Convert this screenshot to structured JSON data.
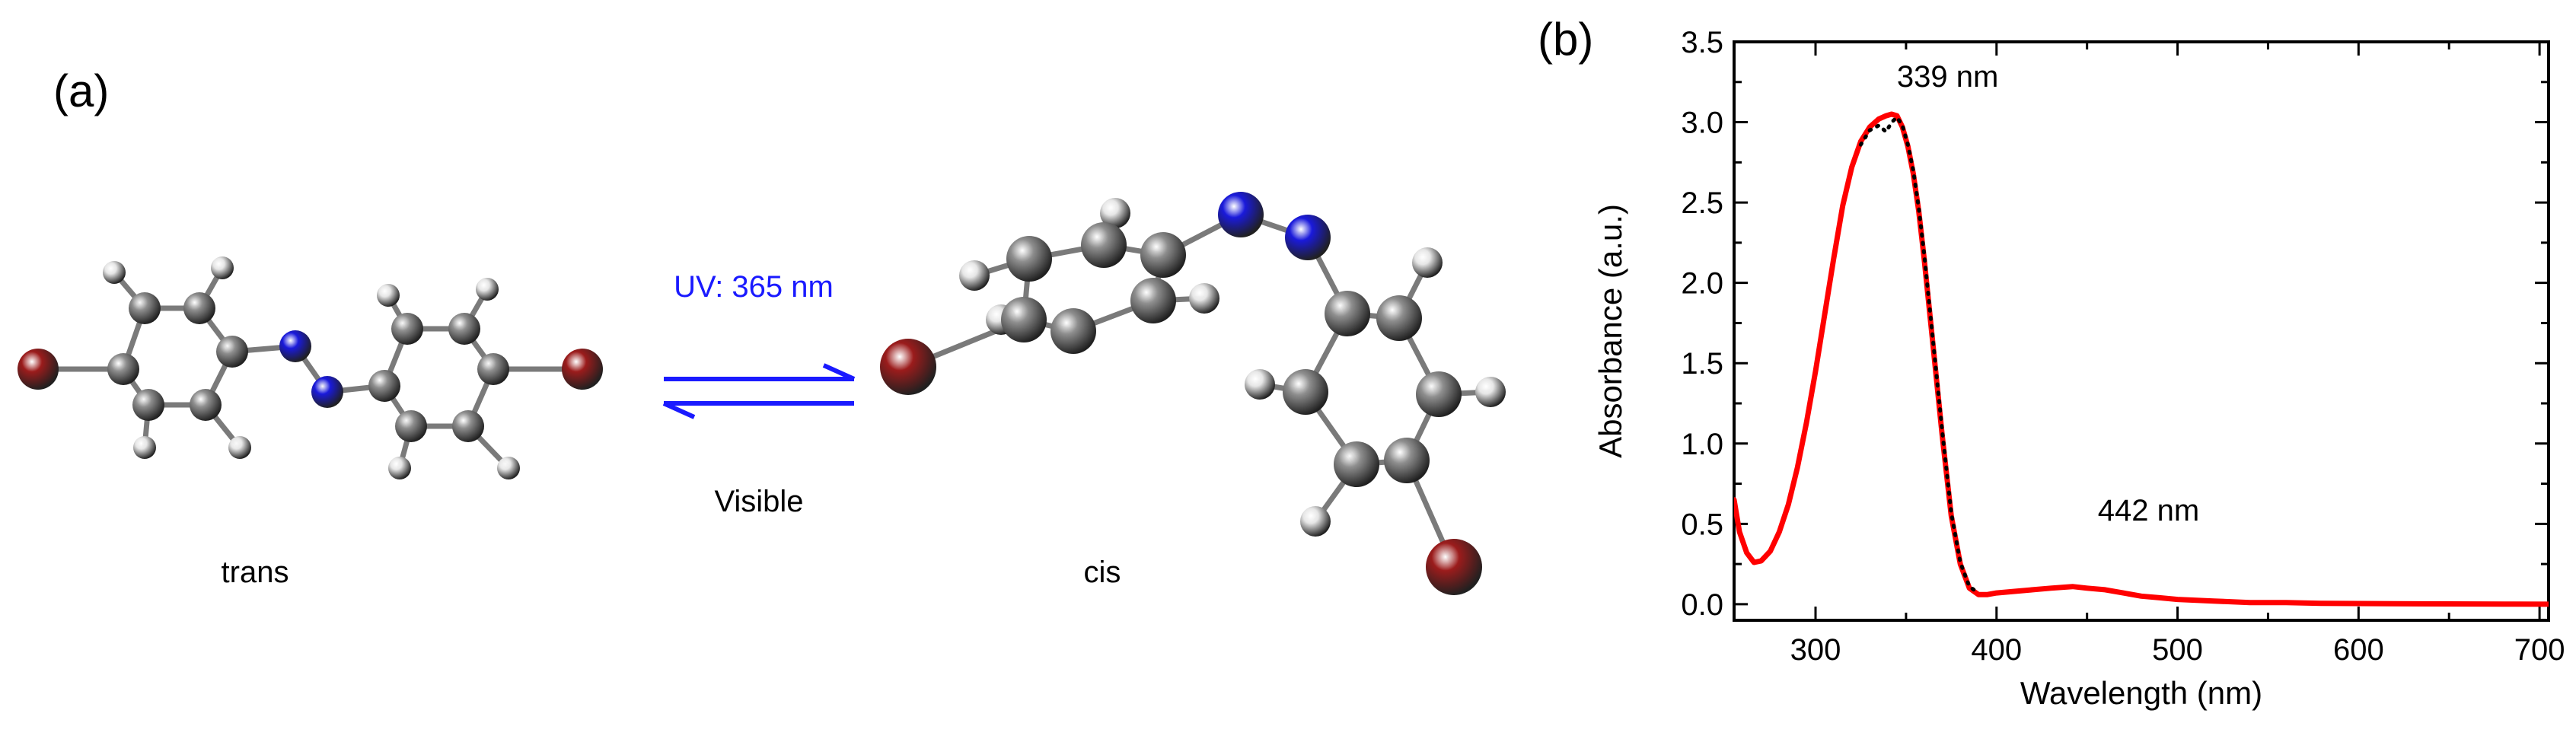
{
  "panel_a": {
    "label": "(a)",
    "trans_label": "trans",
    "cis_label": "cis",
    "uv_label": "UV: 365 nm",
    "visible_label": "Visible",
    "colors": {
      "bromine": "#9b1c1c",
      "nitrogen": "#1a1adb",
      "carbon": "#8e8e8e",
      "hydrogen": "#e6e6e6",
      "arrow": "#1a1aff"
    }
  },
  "panel_b": {
    "label": "(b)"
  },
  "chart_data": {
    "type": "line",
    "xlabel": "Wavelength (nm)",
    "ylabel": "Absorbance (a.u.)",
    "xlim": [
      255,
      705
    ],
    "ylim": [
      -0.1,
      3.5
    ],
    "xticks": [
      300,
      400,
      500,
      600,
      700
    ],
    "yticks": [
      0.0,
      0.5,
      1.0,
      1.5,
      2.0,
      2.5,
      3.0,
      3.5
    ],
    "grid": false,
    "series": [
      {
        "style": "solid",
        "color": "#ff0000",
        "x": [
          255,
          258,
          262,
          266,
          270,
          275,
          280,
          285,
          290,
          295,
          300,
          305,
          310,
          315,
          320,
          325,
          330,
          335,
          339,
          342,
          345,
          348,
          351,
          354,
          357,
          360,
          365,
          370,
          375,
          380,
          385,
          390,
          395,
          400,
          410,
          420,
          430,
          442,
          450,
          460,
          470,
          480,
          490,
          500,
          520,
          540,
          560,
          580,
          600,
          620,
          650,
          680,
          705
        ],
        "y": [
          0.65,
          0.45,
          0.32,
          0.26,
          0.27,
          0.33,
          0.45,
          0.62,
          0.85,
          1.13,
          1.45,
          1.8,
          2.15,
          2.48,
          2.72,
          2.88,
          2.97,
          3.02,
          3.04,
          3.05,
          3.04,
          2.97,
          2.85,
          2.68,
          2.45,
          2.15,
          1.6,
          1.05,
          0.55,
          0.25,
          0.1,
          0.06,
          0.06,
          0.07,
          0.08,
          0.09,
          0.1,
          0.11,
          0.1,
          0.09,
          0.07,
          0.05,
          0.04,
          0.03,
          0.02,
          0.01,
          0.01,
          0.005,
          0.004,
          0.003,
          0.002,
          0.001,
          0.0
        ]
      },
      {
        "style": "dotted",
        "color": "#000000",
        "x": [
          325,
          330,
          335,
          339,
          342,
          345,
          348,
          351,
          354,
          357,
          360,
          365,
          370,
          375,
          380,
          385,
          390
        ],
        "y": [
          2.86,
          2.95,
          2.98,
          2.94,
          3.0,
          3.03,
          2.98,
          2.86,
          2.7,
          2.47,
          2.18,
          1.63,
          1.08,
          0.57,
          0.26,
          0.11,
          0.07
        ]
      }
    ],
    "annotations": [
      {
        "text": "339 nm",
        "x": 373,
        "y": 3.22
      },
      {
        "text": "442 nm",
        "x": 484,
        "y": 0.52
      }
    ]
  }
}
